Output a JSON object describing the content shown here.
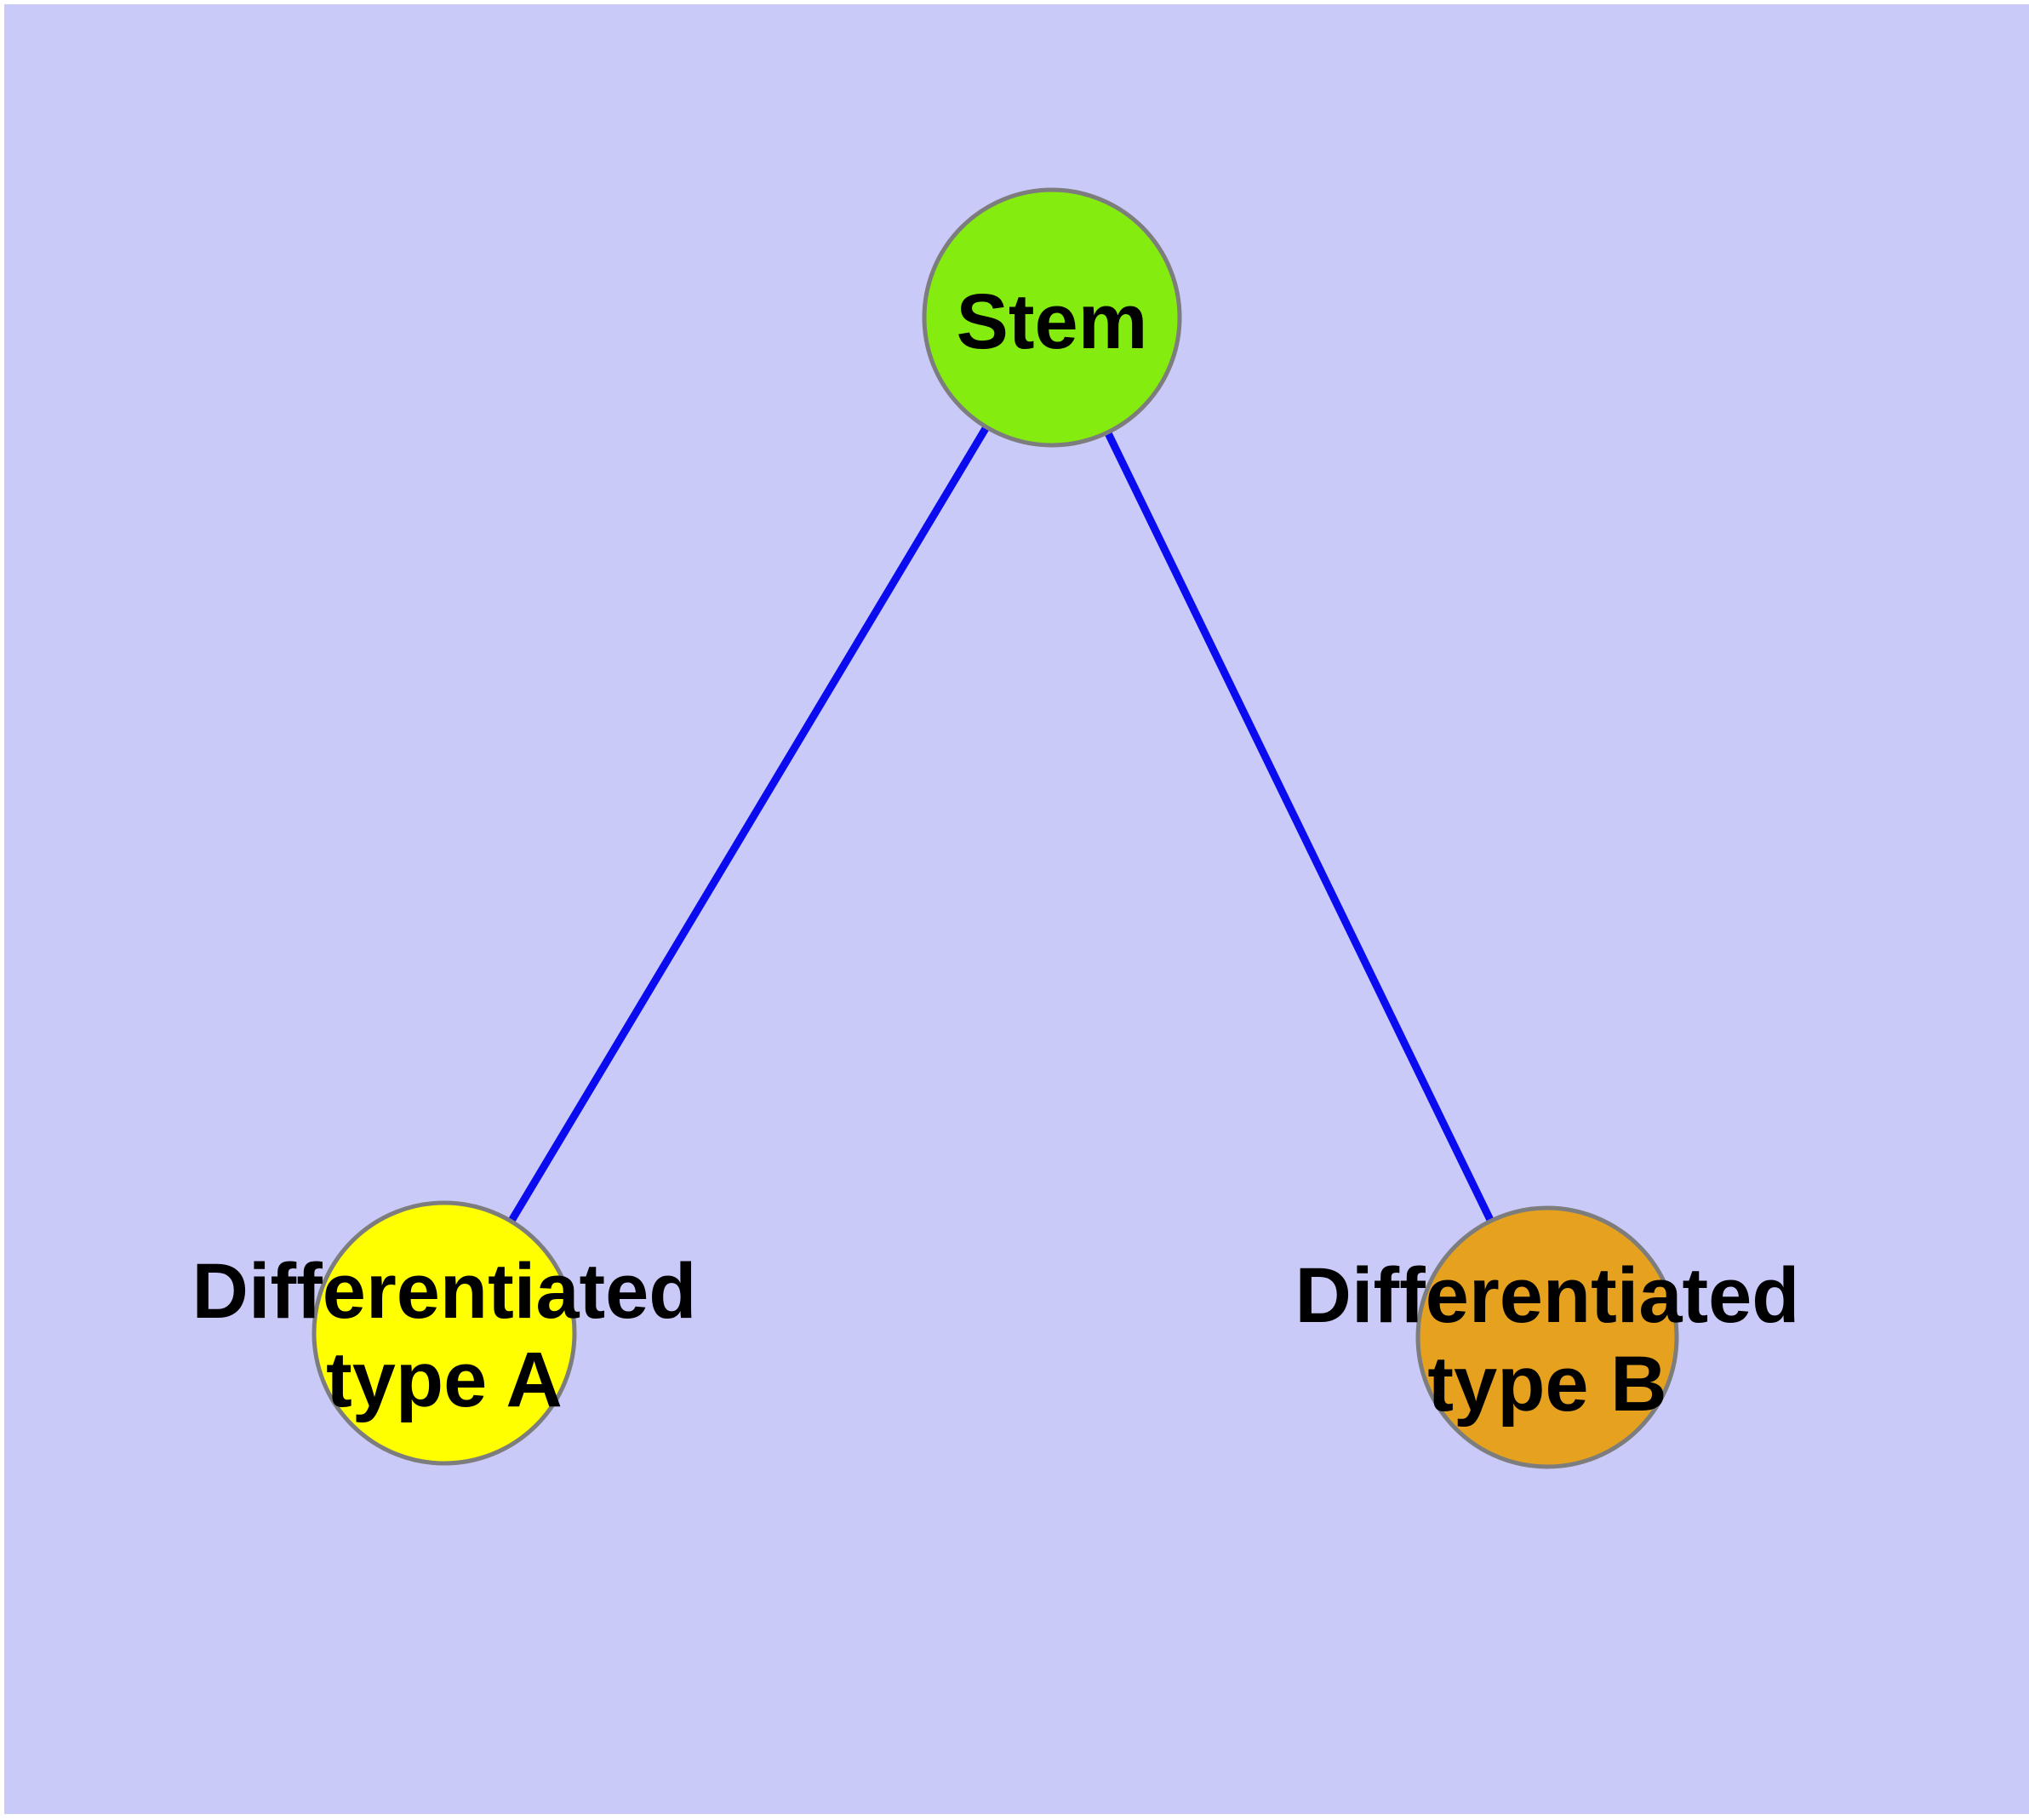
{
  "diagram": {
    "type": "node-link-graph",
    "title": "",
    "colors": {
      "background": "#cacaf8",
      "page_margin": "#ffffff",
      "edge": "#0b0bf0",
      "node_border": "#7d7d7d",
      "label_text": "#000000"
    },
    "nodes": [
      {
        "id": "stem",
        "label": "Stem",
        "lines": [
          "Stem"
        ],
        "fill": "#85ec10"
      },
      {
        "id": "differentiated-type-a",
        "label": "Differentiated type A",
        "lines": [
          "Differentiated",
          "type A"
        ],
        "fill": "#ffff00"
      },
      {
        "id": "differentiated-type-b",
        "label": "Differentiated type B",
        "lines": [
          "Differentiated",
          "type B"
        ],
        "fill": "#e6a21f"
      }
    ],
    "edges": [
      {
        "from": "stem",
        "to": "differentiated-type-a"
      },
      {
        "from": "stem",
        "to": "differentiated-type-b"
      }
    ]
  }
}
